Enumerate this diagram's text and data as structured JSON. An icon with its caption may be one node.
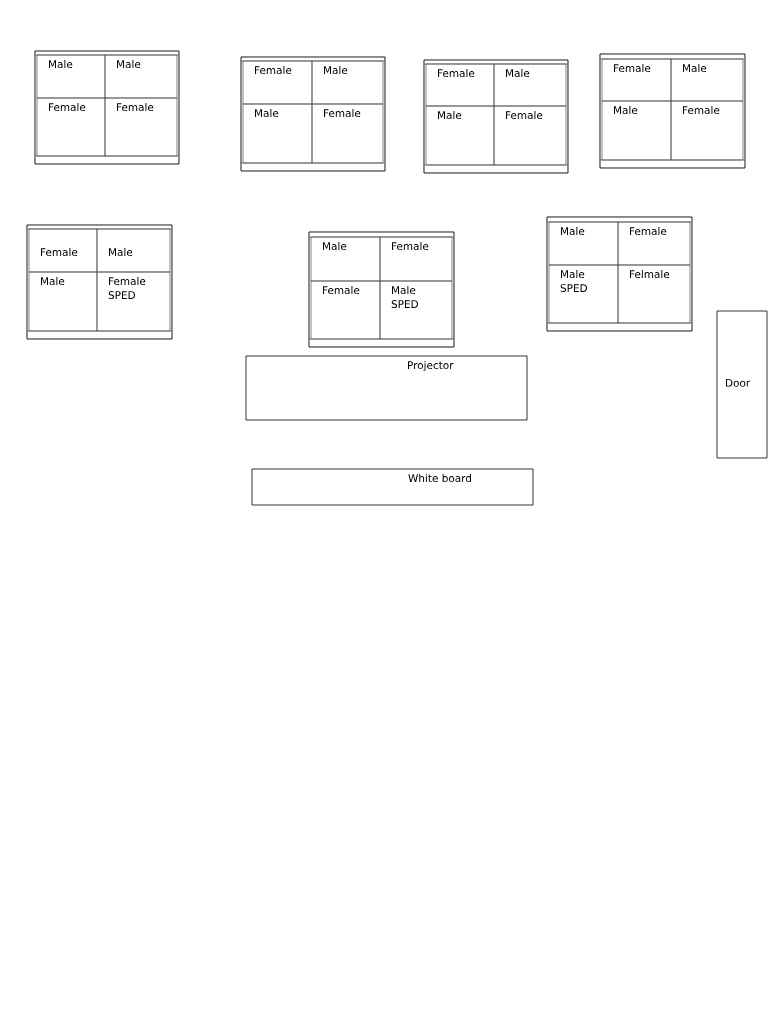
{
  "diagram": {
    "nodes": [
      {
        "text": [],
        "shape": "box"
      },
      {
        "text": [
          "Male"
        ],
        "in": 0
      },
      {
        "text": [
          "Male"
        ],
        "in": 0
      },
      {
        "text": [
          "Female"
        ],
        "in": 0
      },
      {
        "text": [
          "Female"
        ],
        "in": 0
      },
      {
        "text": [],
        "shape": "box"
      },
      {
        "text": [
          "Female"
        ],
        "in": 5
      },
      {
        "text": [
          "Male"
        ],
        "in": 5
      },
      {
        "text": [
          "Male"
        ],
        "in": 5
      },
      {
        "text": [
          "Female"
        ],
        "in": 5
      },
      {
        "text": [],
        "shape": "box"
      },
      {
        "text": [
          "Female"
        ],
        "in": 10
      },
      {
        "text": [
          "Male"
        ],
        "in": 10
      },
      {
        "text": [
          "Male"
        ],
        "in": 10
      },
      {
        "text": [
          "Female"
        ],
        "in": 10
      },
      {
        "text": [],
        "shape": "box"
      },
      {
        "text": [
          "Female"
        ],
        "in": 15
      },
      {
        "text": [
          "Male"
        ],
        "in": 15
      },
      {
        "text": [
          "Male"
        ],
        "in": 15
      },
      {
        "text": [
          "Female"
        ],
        "in": 15
      },
      {
        "text": [],
        "shape": "box"
      },
      {
        "text": [
          "Female"
        ],
        "in": 20
      },
      {
        "text": [
          "Male"
        ],
        "in": 20
      },
      {
        "text": [
          "Male"
        ],
        "in": 20
      },
      {
        "text": [
          "Female SPED"
        ],
        "in": 20
      },
      {
        "text": [],
        "shape": "box"
      },
      {
        "text": [
          "Male"
        ],
        "in": 25
      },
      {
        "text": [
          "Female"
        ],
        "in": 25
      },
      {
        "text": [
          "Female"
        ],
        "in": 25
      },
      {
        "text": [
          "Male SPED"
        ],
        "in": 25
      },
      {
        "text": [],
        "shape": "box"
      },
      {
        "text": [
          "Male"
        ],
        "in": 30
      },
      {
        "text": [
          "Female"
        ],
        "in": 30
      },
      {
        "text": [
          "Male SPED"
        ],
        "in": 30
      },
      {
        "text": [
          "Felmale"
        ],
        "in": 30
      },
      {
        "text": [
          "Door"
        ]
      },
      {
        "text": [
          "Projector"
        ]
      },
      {
        "text": [
          "White board"
        ]
      }
    ]
  }
}
